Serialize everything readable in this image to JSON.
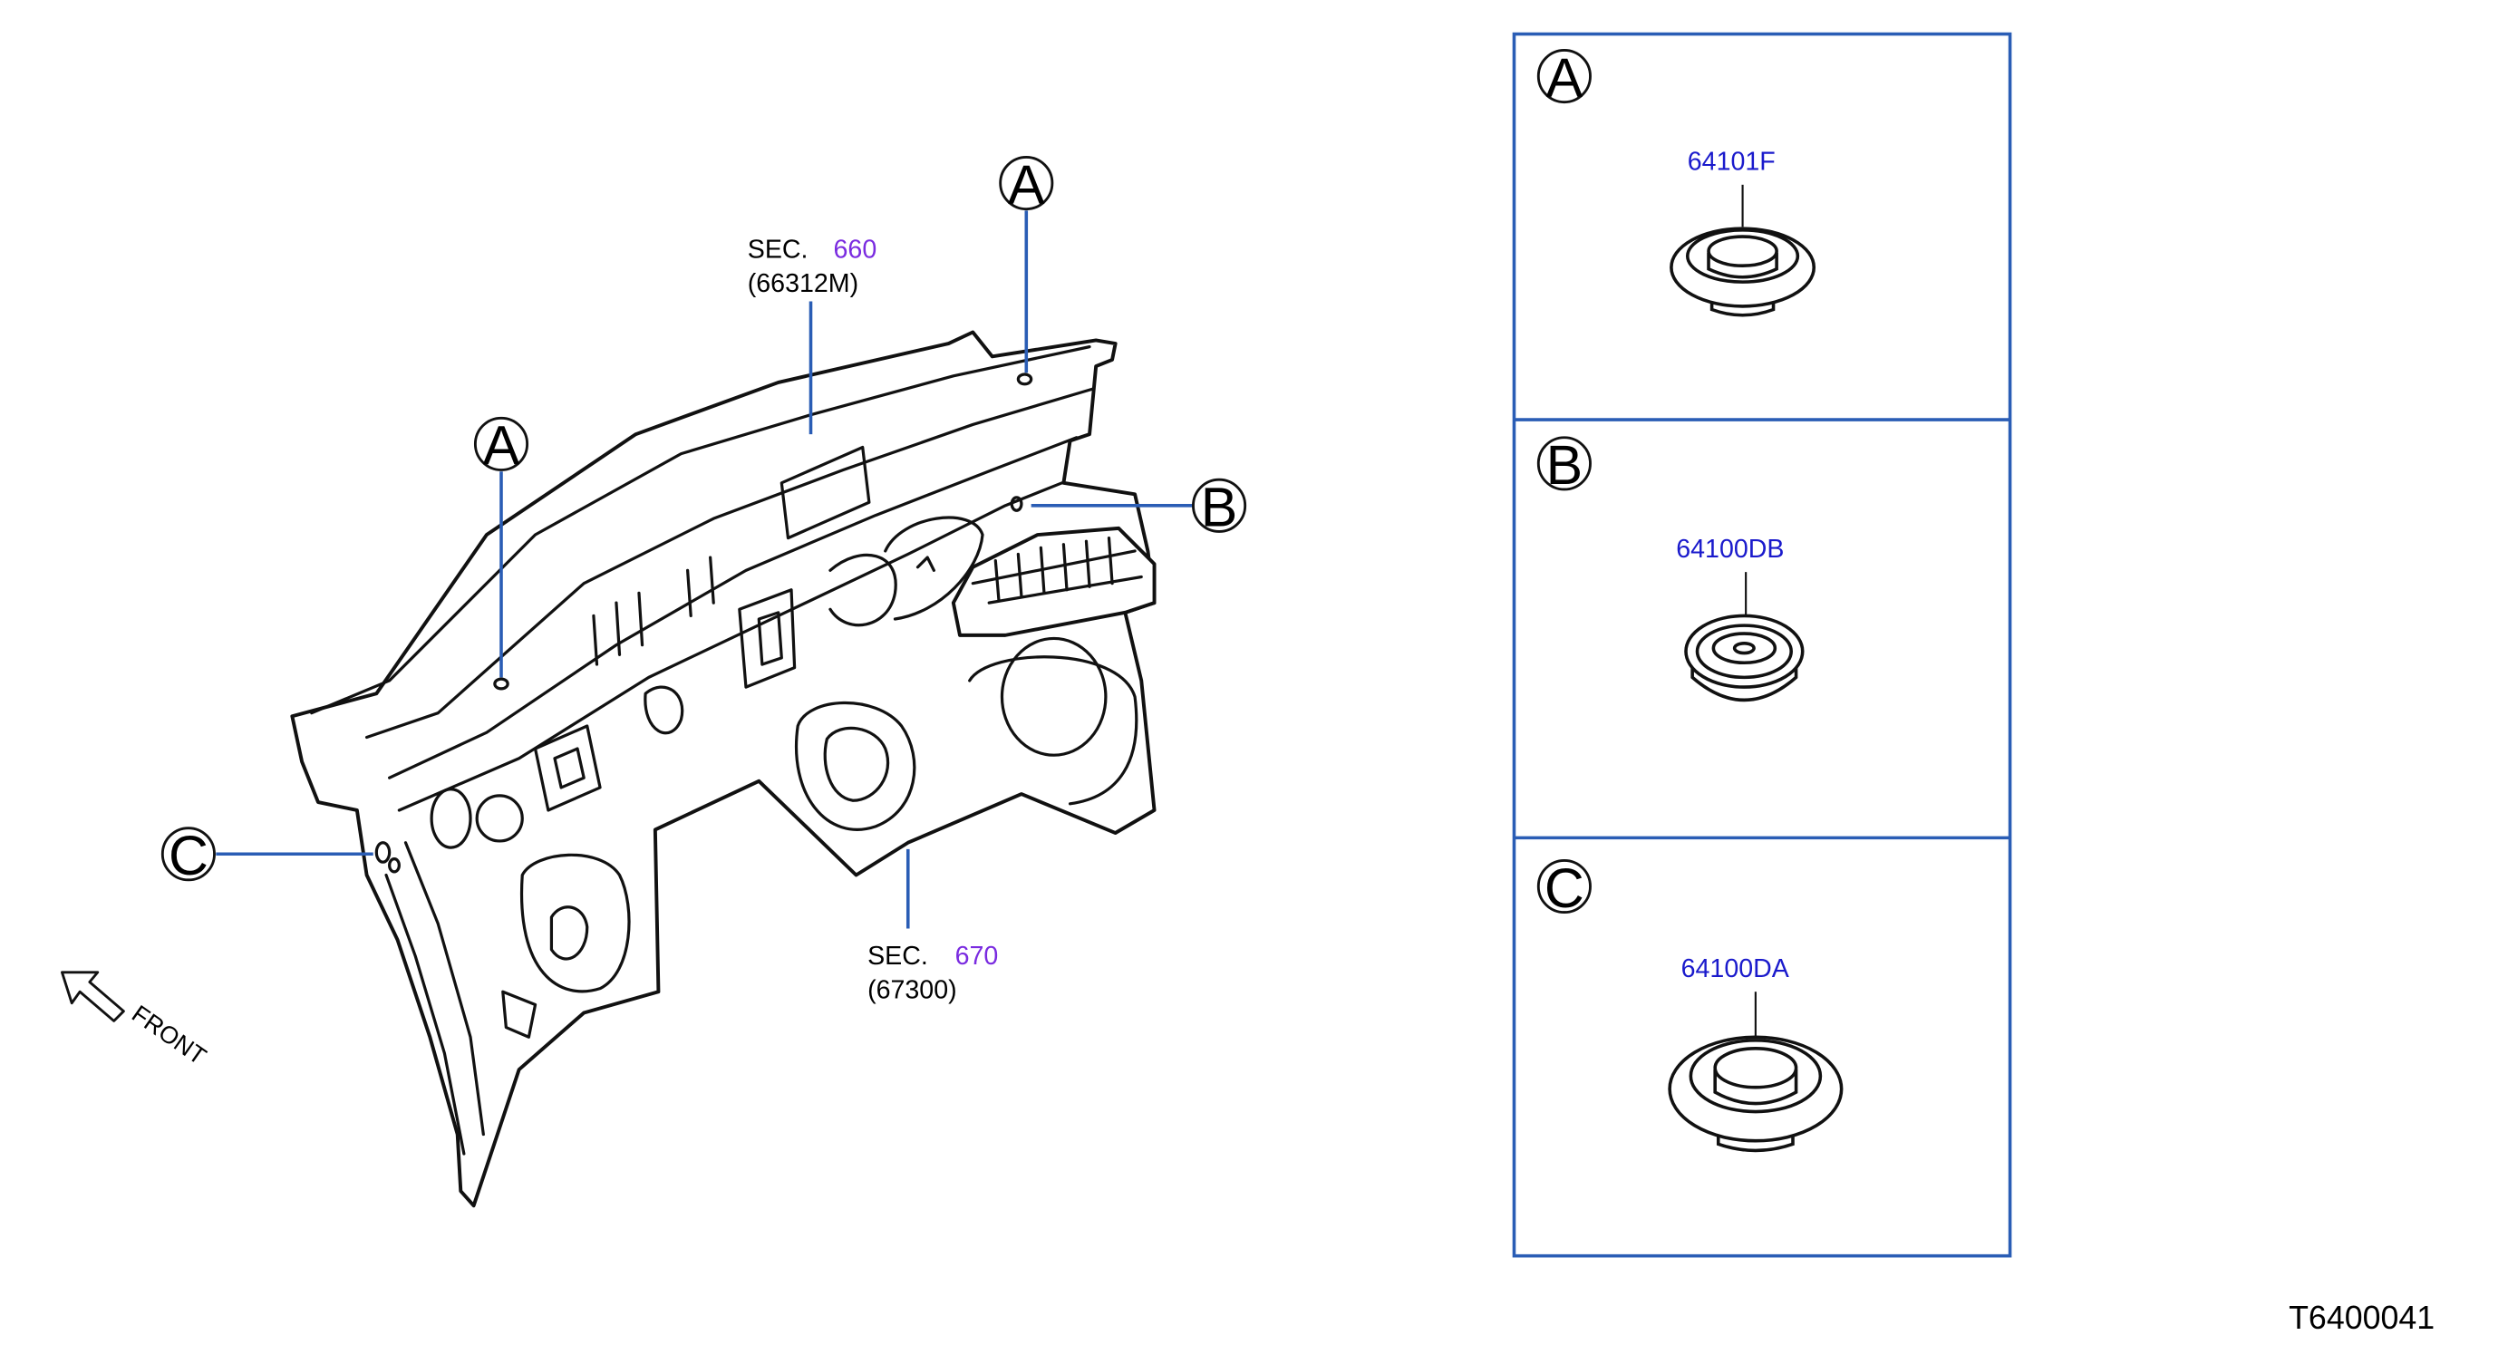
{
  "callouts": {
    "sec660": {
      "prefix": "SEC.",
      "number": "660",
      "part": "(66312M)"
    },
    "sec670": {
      "prefix": "SEC.",
      "number": "670",
      "part": "(67300)"
    },
    "a_top": "A",
    "a_left": "A",
    "b_right": "B",
    "c_left": "C"
  },
  "front_label": "FRONT",
  "panels": [
    {
      "letter": "A",
      "part_number": "64101F"
    },
    {
      "letter": "B",
      "part_number": "64100DB"
    },
    {
      "letter": "C",
      "part_number": "64100DA"
    }
  ],
  "illustration_id": "T6400041",
  "colors": {
    "leader": "#2a5db5",
    "section_ref": "#7a2be0",
    "part_number": "#1a1acc"
  }
}
